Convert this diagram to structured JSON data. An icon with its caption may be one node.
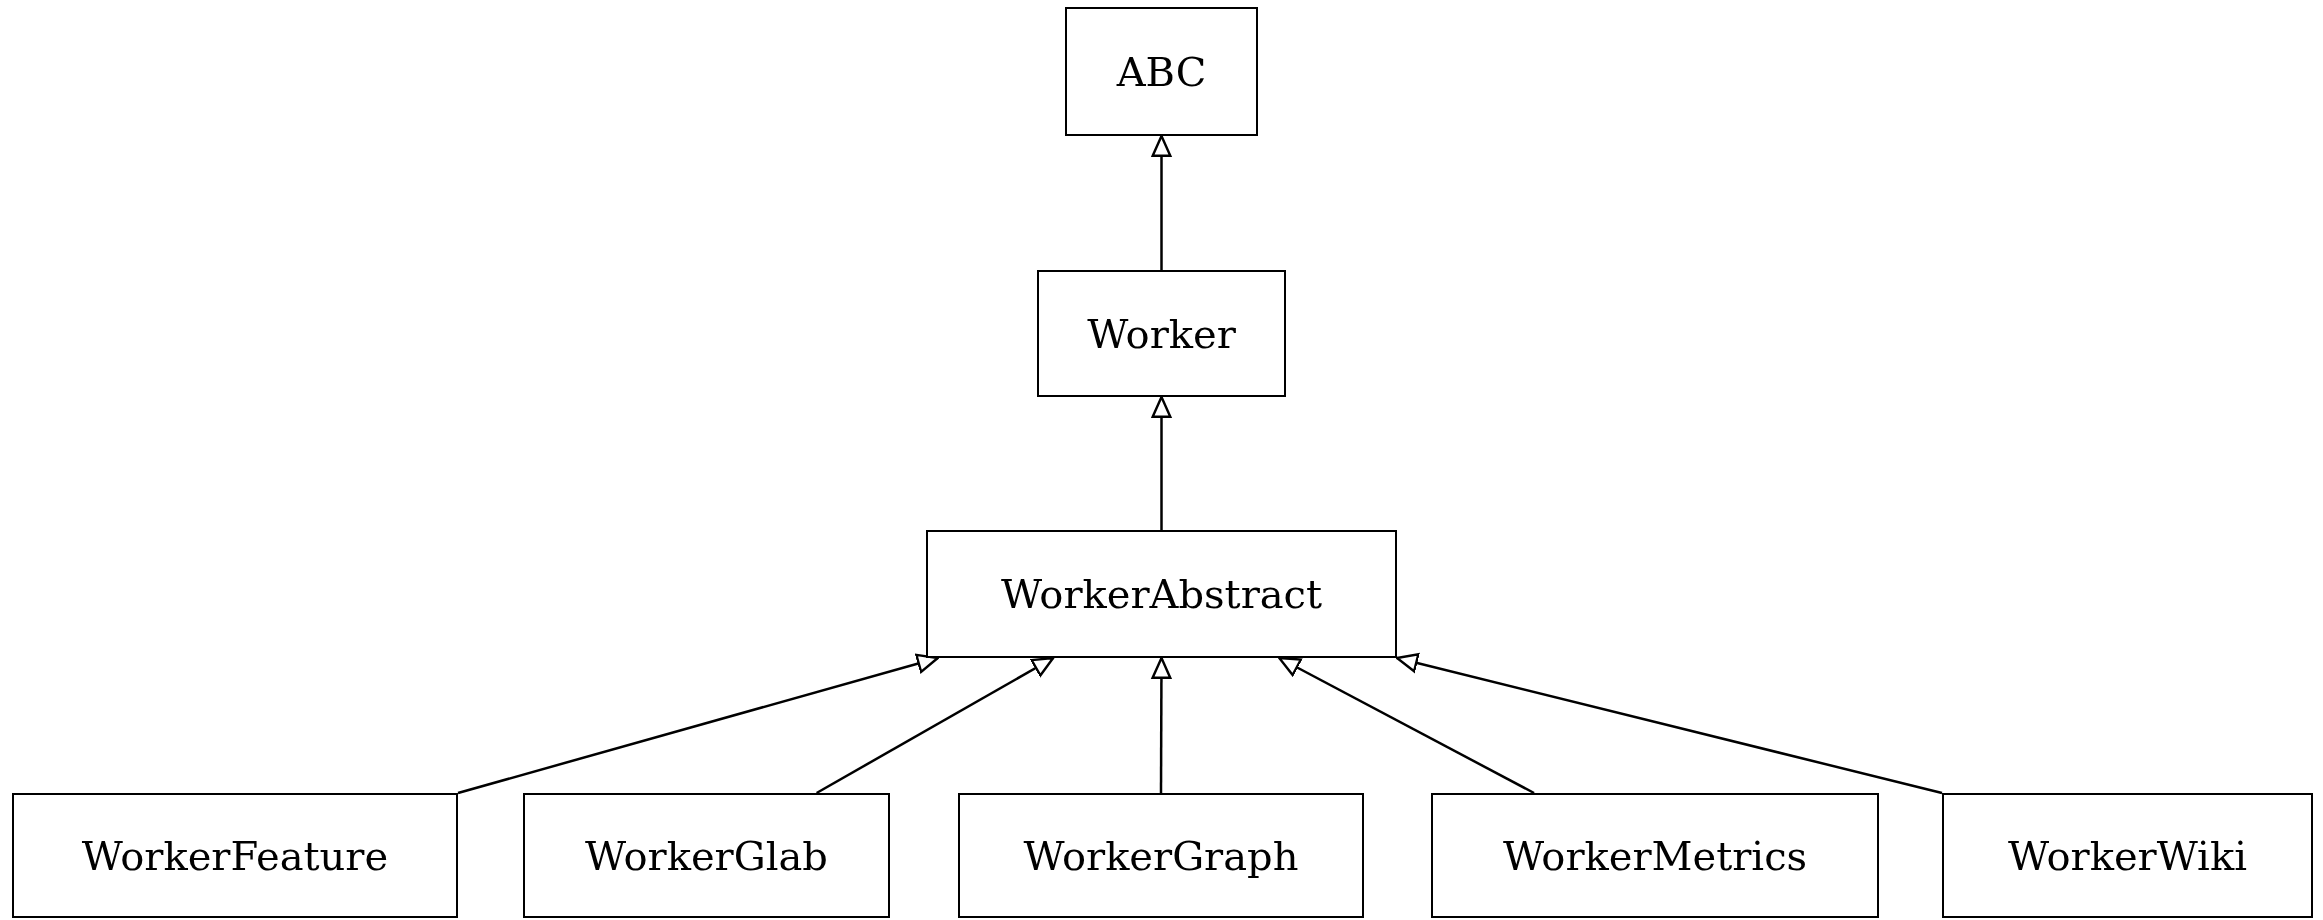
{
  "diagram": {
    "nodes": [
      {
        "text": [
          "ABC"
        ]
      },
      {
        "text": [
          "Worker"
        ]
      },
      {
        "text": [
          "WorkerAbstract"
        ]
      },
      {
        "text": [
          "WorkerFeature"
        ]
      },
      {
        "text": [
          "WorkerGlab"
        ]
      },
      {
        "text": [
          "WorkerGraph"
        ]
      },
      {
        "text": [
          "WorkerMetrics"
        ]
      },
      {
        "text": [
          "WorkerWiki"
        ]
      }
    ],
    "edges": [
      {
        "from": 1,
        "to": 0,
        "arrow": "to"
      },
      {
        "from": 2,
        "to": 1,
        "arrow": "to"
      },
      {
        "from": 3,
        "to": 2,
        "arrow": "to"
      },
      {
        "from": 4,
        "to": 2,
        "arrow": "to"
      },
      {
        "from": 5,
        "to": 2,
        "arrow": "to"
      },
      {
        "from": 6,
        "to": 2,
        "arrow": "to"
      },
      {
        "from": 7,
        "to": 2,
        "arrow": "to"
      }
    ]
  }
}
